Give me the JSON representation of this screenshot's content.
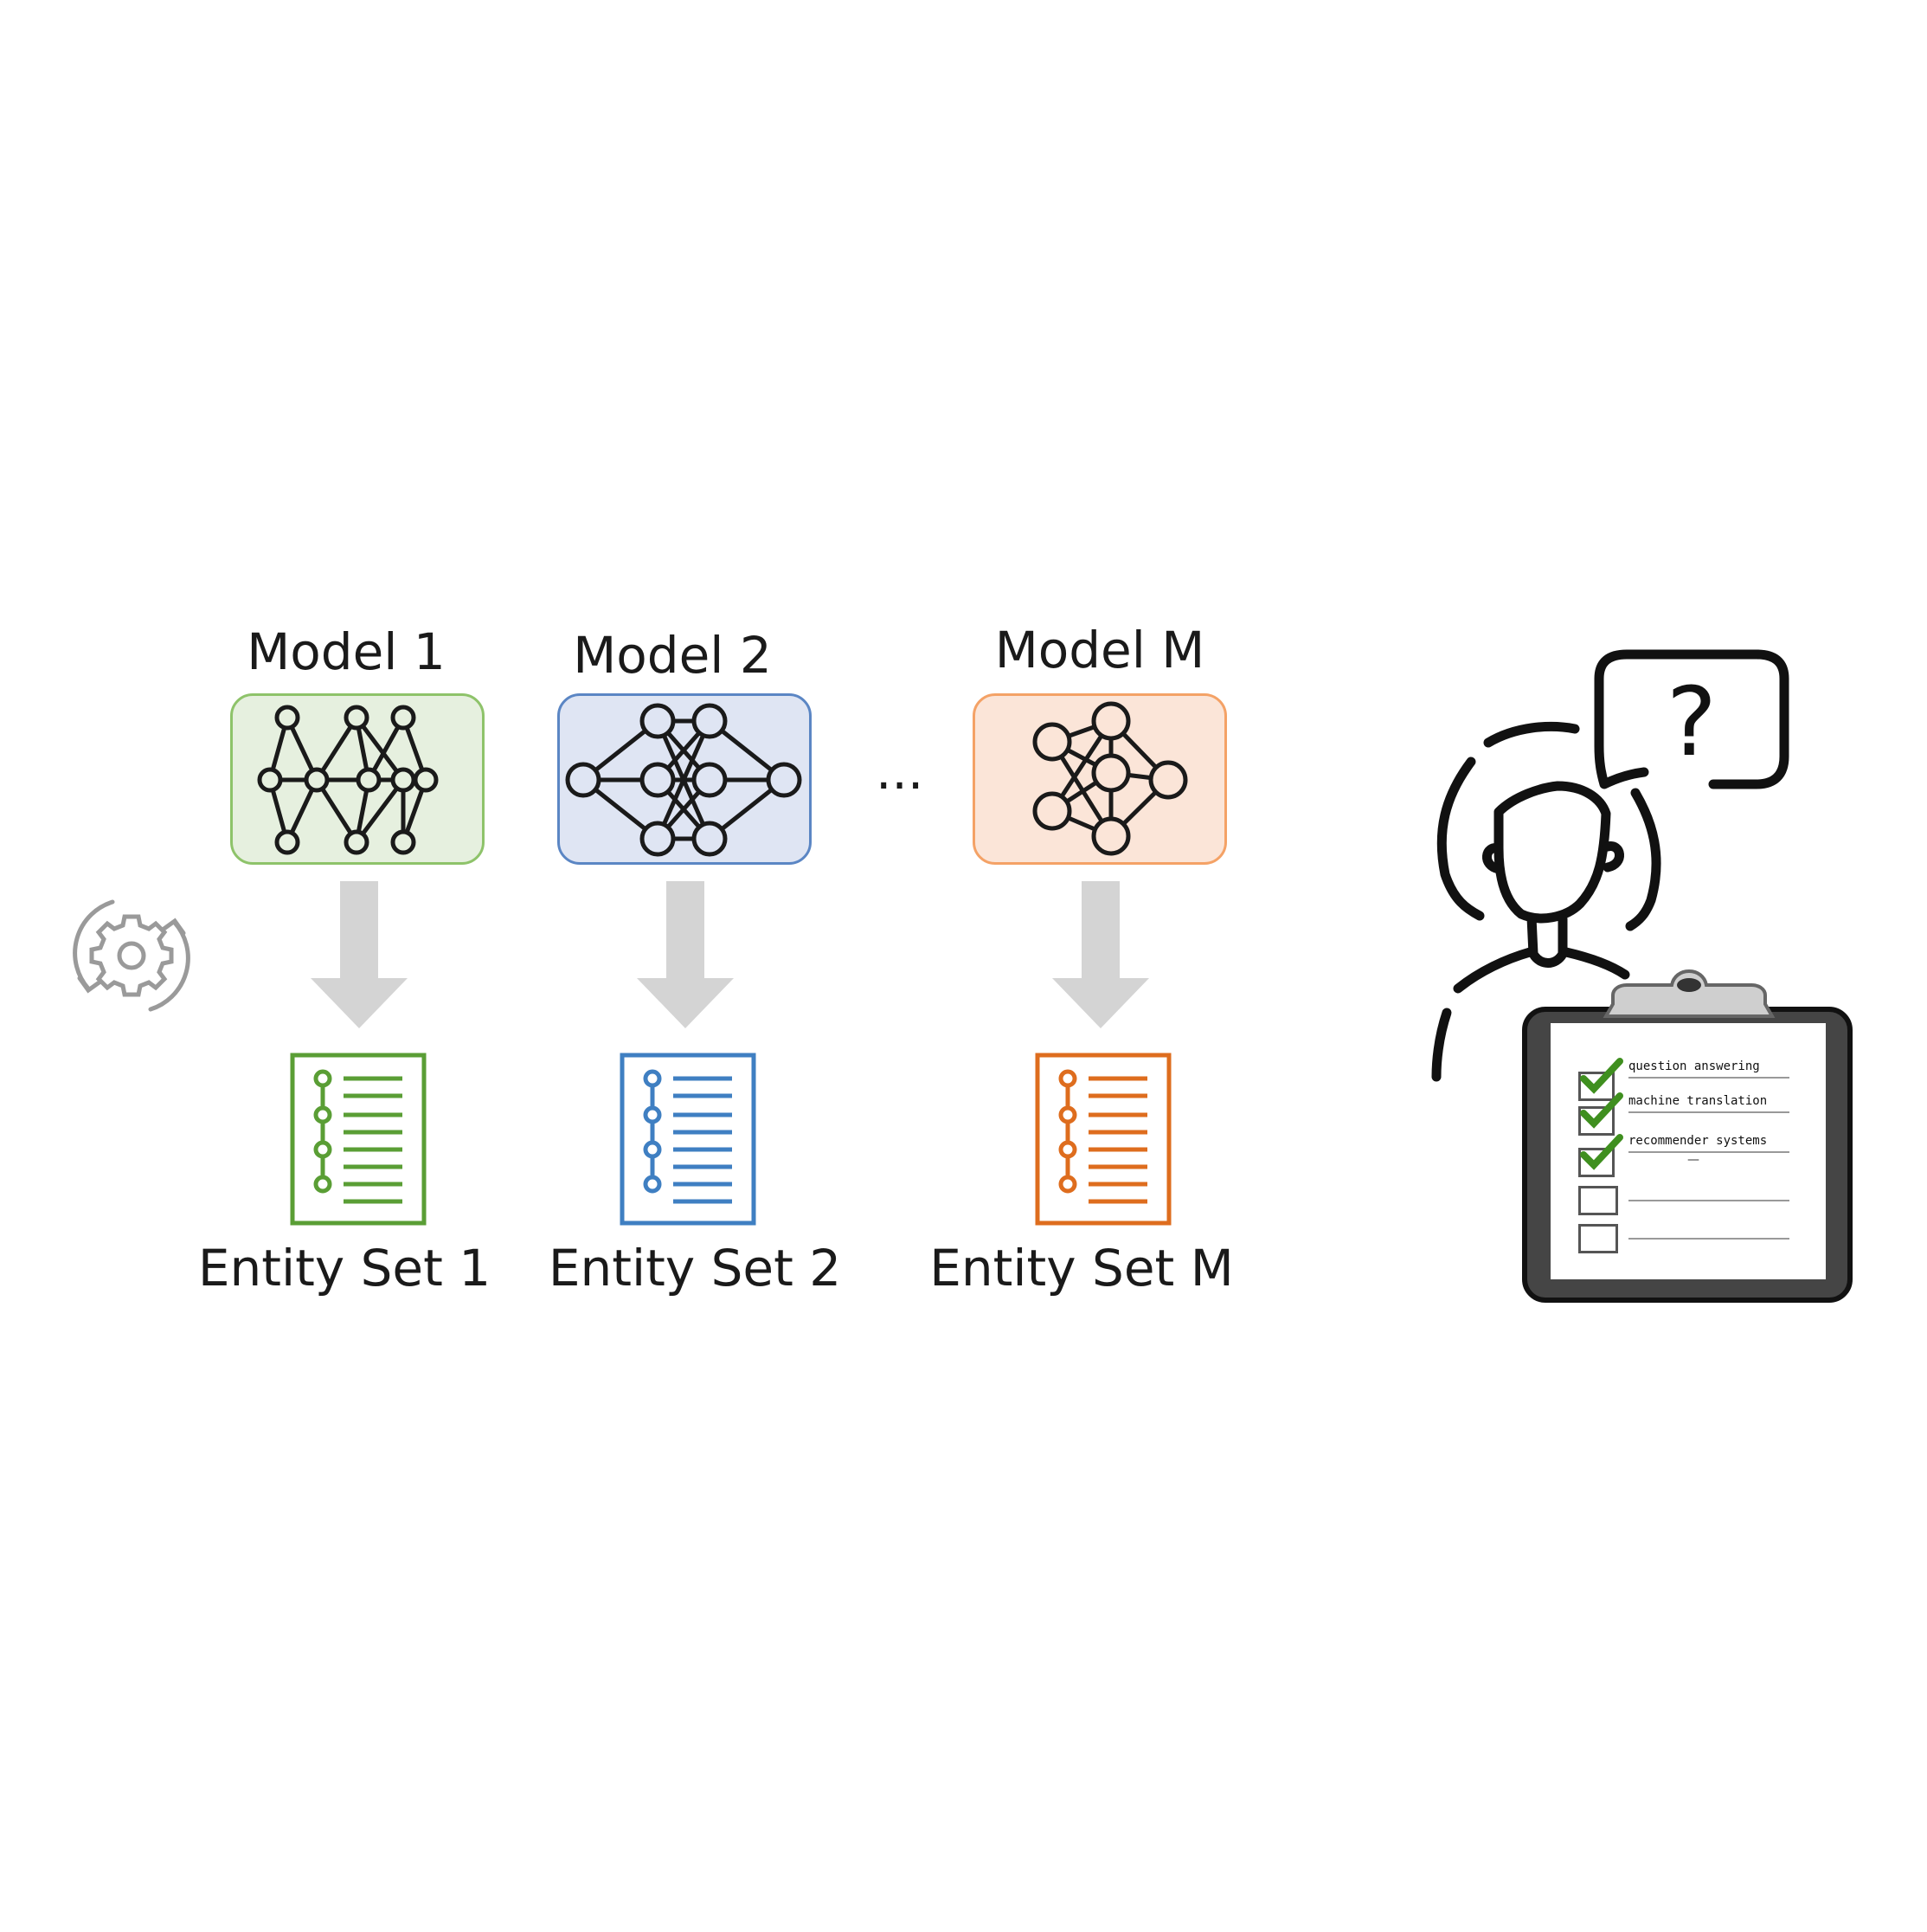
{
  "models": [
    {
      "label": "Model 1",
      "entity_label": "Entity Set 1",
      "colors": {
        "box_fill": "#e6f0df",
        "box_border": "#8ec36a",
        "doc": "#5a9e35"
      }
    },
    {
      "label": "Model 2",
      "entity_label": "Entity Set 2",
      "colors": {
        "box_fill": "#dfe5f3",
        "box_border": "#5b86c4",
        "doc": "#3f7fc2"
      }
    },
    {
      "label": "Model M",
      "entity_label": "Entity Set M",
      "colors": {
        "box_fill": "#fbe5d8",
        "box_border": "#f4a266",
        "doc": "#de6d1e"
      }
    }
  ],
  "ellipsis": "...",
  "arrow_color": "#d4d4d4",
  "clipboard": {
    "items": [
      {
        "text": "question answering",
        "checked": true
      },
      {
        "text": "machine translation",
        "checked": true
      },
      {
        "text": "recommender systems",
        "checked": true
      },
      {
        "text": "",
        "checked": false
      },
      {
        "text": "",
        "checked": false
      }
    ],
    "extra_mark": "—"
  },
  "speech_bubble": {
    "text": "?"
  },
  "icons": [
    "gear-refresh-icon",
    "neural-network-icon",
    "document-list-icon",
    "person-icon",
    "speech-bubble-icon",
    "clipboard-icon",
    "checkmark-icon"
  ]
}
